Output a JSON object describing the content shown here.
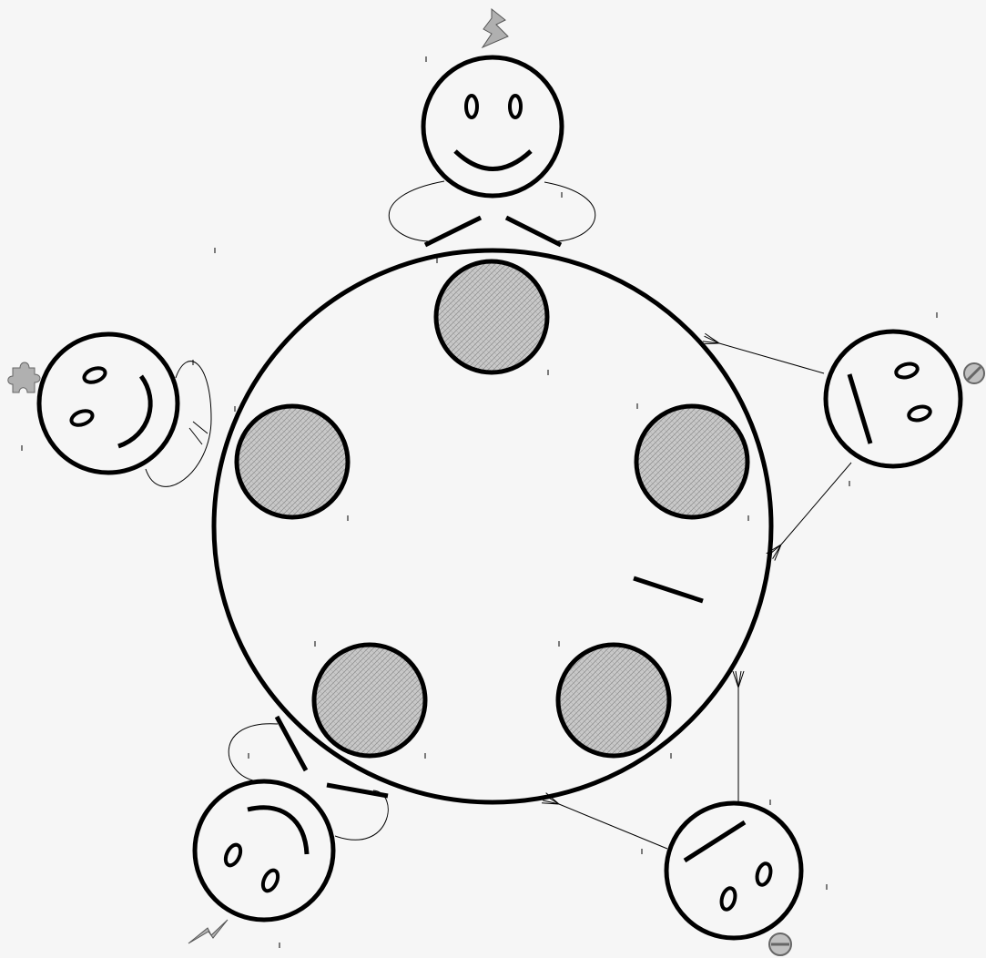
{
  "diagram": {
    "type": "dining-philosophers",
    "table": {
      "plates": 5
    },
    "philosophers": [
      {
        "id": "top",
        "expression": "happy",
        "state_icon": "lightning-icon"
      },
      {
        "id": "left",
        "expression": "smiling",
        "state_icon": "puzzle-icon"
      },
      {
        "id": "right",
        "expression": "neutral",
        "state_icon": "no-entry-icon"
      },
      {
        "id": "bottom-left",
        "expression": "sad",
        "state_icon": "lightning-icon"
      },
      {
        "id": "bottom-right",
        "expression": "neutral",
        "state_icon": "no-entry-icon"
      }
    ],
    "forks": 5,
    "colors": {
      "background": "#f6f6f6",
      "plate_fill": "#c8c8c8",
      "icon_fill": "#b0b0b0",
      "ink": "#000000"
    }
  }
}
